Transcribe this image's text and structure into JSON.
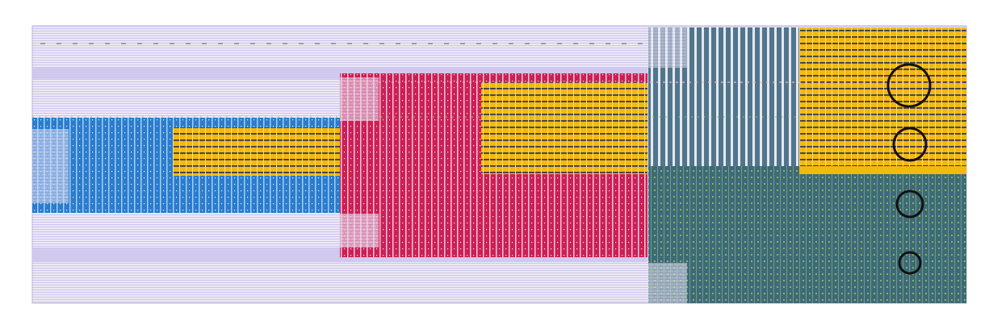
{
  "colors": {
    "background": "#ffffff",
    "die_base": "#e8e4f4",
    "die_row_line": "#c8bfe6",
    "power_stripe": "#cfc6ec",
    "block_blue": "#2a7ccd",
    "block_crimson": "#cc1f55",
    "block_teal": "#3d6b74",
    "block_slate": "#51758c",
    "block_yellow": "#f2b90f",
    "cell_dot": "#c8e05a",
    "marker_ring": "#111111"
  },
  "regions": [
    {
      "id": "die",
      "color_key": "die_base"
    },
    {
      "id": "blue-block",
      "color_key": "block_blue"
    },
    {
      "id": "crimson-block",
      "color_key": "block_crimson"
    },
    {
      "id": "teal-block",
      "color_key": "block_teal"
    },
    {
      "id": "slate-block",
      "color_key": "block_slate"
    },
    {
      "id": "yellow-macro-left",
      "color_key": "block_yellow"
    },
    {
      "id": "yellow-macro-mid",
      "color_key": "block_yellow"
    },
    {
      "id": "yellow-macro-right",
      "color_key": "block_yellow"
    }
  ],
  "markers": {
    "count": 4,
    "shape": "circle"
  }
}
